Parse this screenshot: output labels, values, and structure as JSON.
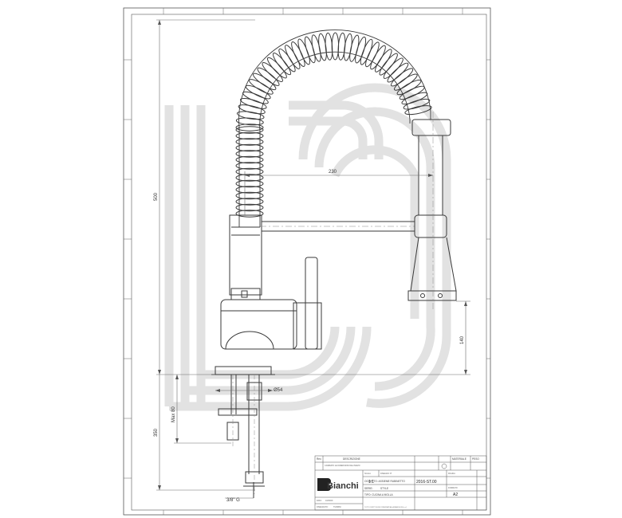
{
  "dimensions": {
    "width_230": "230",
    "height_500": "500",
    "height_140": "140",
    "diameter": "Ø54",
    "max_80": "Max 80",
    "height_350": "350",
    "thread": "3/8\" G"
  },
  "title_block": {
    "rev_header": "Rev.",
    "descr_header": "DESCRIZIONE",
    "revision_note": "CAMBIATO LE DIMENSIONI DEL PEZZO",
    "material_header": "MATERIALE",
    "weight_header": "PESO",
    "scale_label": "SCALA",
    "scale_value": "1:1",
    "drawing_no_label": "DISEGNO N°",
    "drawing_no_value": "2016-ST.00",
    "page_label": "PAGINA",
    "subject": "OGGETTO: ASSIEME RUBINETTO",
    "series_label": "SERIE:",
    "series_value": "STYLE",
    "type_value": "TIPO: CUCINA A MOLLA",
    "format_label": "FORMATO",
    "format_value": "A2",
    "date_label": "DATA:",
    "date_value": "10/06/09",
    "drawn_label": "DISEGNATO:",
    "drawn_value": "TURRINI",
    "company": "Bianchi",
    "logo_letter": "B",
    "copyright": "TUTTI I DIRITTI SONO RISERVATI ALLA BIANCHI F.lli s.r.l."
  },
  "colors": {
    "watermark": "#e2e2e2",
    "line": "#3a3a3a",
    "thin": "#6a6a6a"
  }
}
